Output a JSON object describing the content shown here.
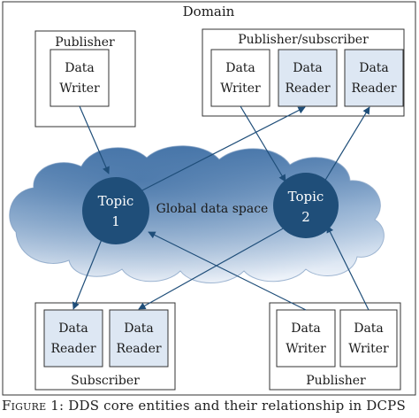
{
  "domain_title": "Domain",
  "cloud_label": "Global data space",
  "topics": [
    {
      "label_line1": "Topic",
      "label_line2": "1"
    },
    {
      "label_line1": "Topic",
      "label_line2": "2"
    }
  ],
  "groups": {
    "publisher_top": {
      "title": "Publisher"
    },
    "pubsub": {
      "title": "Publisher/subscriber"
    },
    "subscriber": {
      "title": "Subscriber"
    },
    "publisher_bottom": {
      "title": "Publisher"
    }
  },
  "entities": {
    "writer_top": {
      "line1": "Data",
      "line2": "Writer"
    },
    "pubsub_writer": {
      "line1": "Data",
      "line2": "Writer"
    },
    "pubsub_reader1": {
      "line1": "Data",
      "line2": "Reader"
    },
    "pubsub_reader2": {
      "line1": "Data",
      "line2": "Reader"
    },
    "sub_reader1": {
      "line1": "Data",
      "line2": "Reader"
    },
    "sub_reader2": {
      "line1": "Data",
      "line2": "Reader"
    },
    "pub_writer1": {
      "line1": "Data",
      "line2": "Writer"
    },
    "pub_writer2": {
      "line1": "Data",
      "line2": "Writer"
    }
  },
  "caption": {
    "prefix": "Figure 1:",
    "text": " DDS core entities and their relationship in DCPS"
  },
  "colors": {
    "topic_fill": "#1f4e79",
    "reader_fill": "#dde7f3",
    "cloud_dark": "#5b86b6",
    "cloud_light": "#e9f0f8",
    "line": "#1f4e79"
  }
}
